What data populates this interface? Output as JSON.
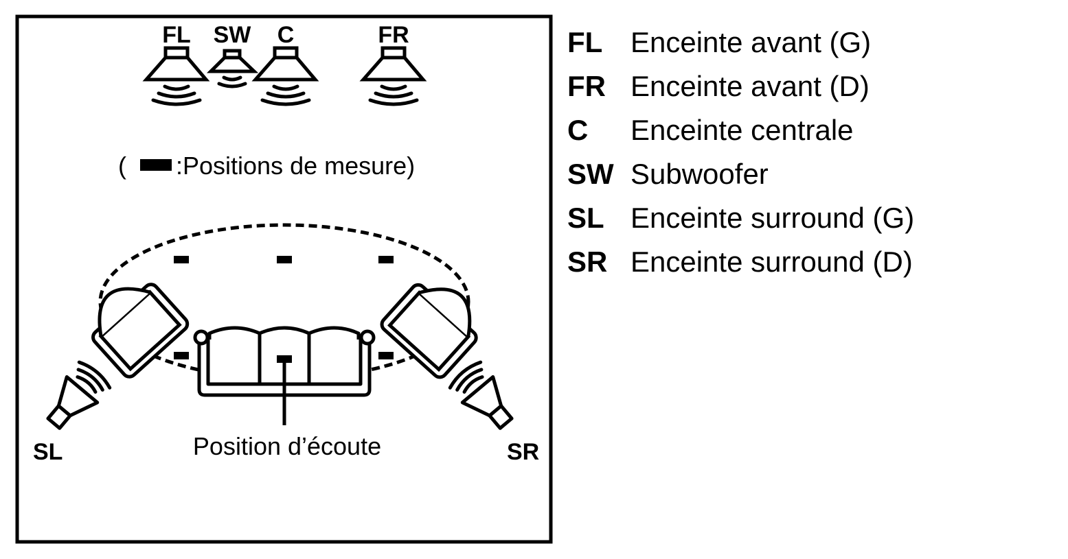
{
  "diagram": {
    "speakers": {
      "fl": "FL",
      "sw": "SW",
      "c": "C",
      "fr": "FR",
      "sl": "SL",
      "sr": "SR"
    },
    "measure_note": {
      "open": "(",
      "text": ":Positions de mesure)"
    },
    "listening_position": "Position d’écoute"
  },
  "legend": [
    {
      "abbr": "FL",
      "desc": "Enceinte avant (G)"
    },
    {
      "abbr": "FR",
      "desc": "Enceinte avant (D)"
    },
    {
      "abbr": "C",
      "desc": "Enceinte centrale"
    },
    {
      "abbr": "SW",
      "desc": "Subwoofer"
    },
    {
      "abbr": "SL",
      "desc": "Enceinte surround (G)"
    },
    {
      "abbr": "SR",
      "desc": "Enceinte surround (D)"
    }
  ],
  "colors": {
    "ink": "#000000",
    "background": "#ffffff"
  }
}
